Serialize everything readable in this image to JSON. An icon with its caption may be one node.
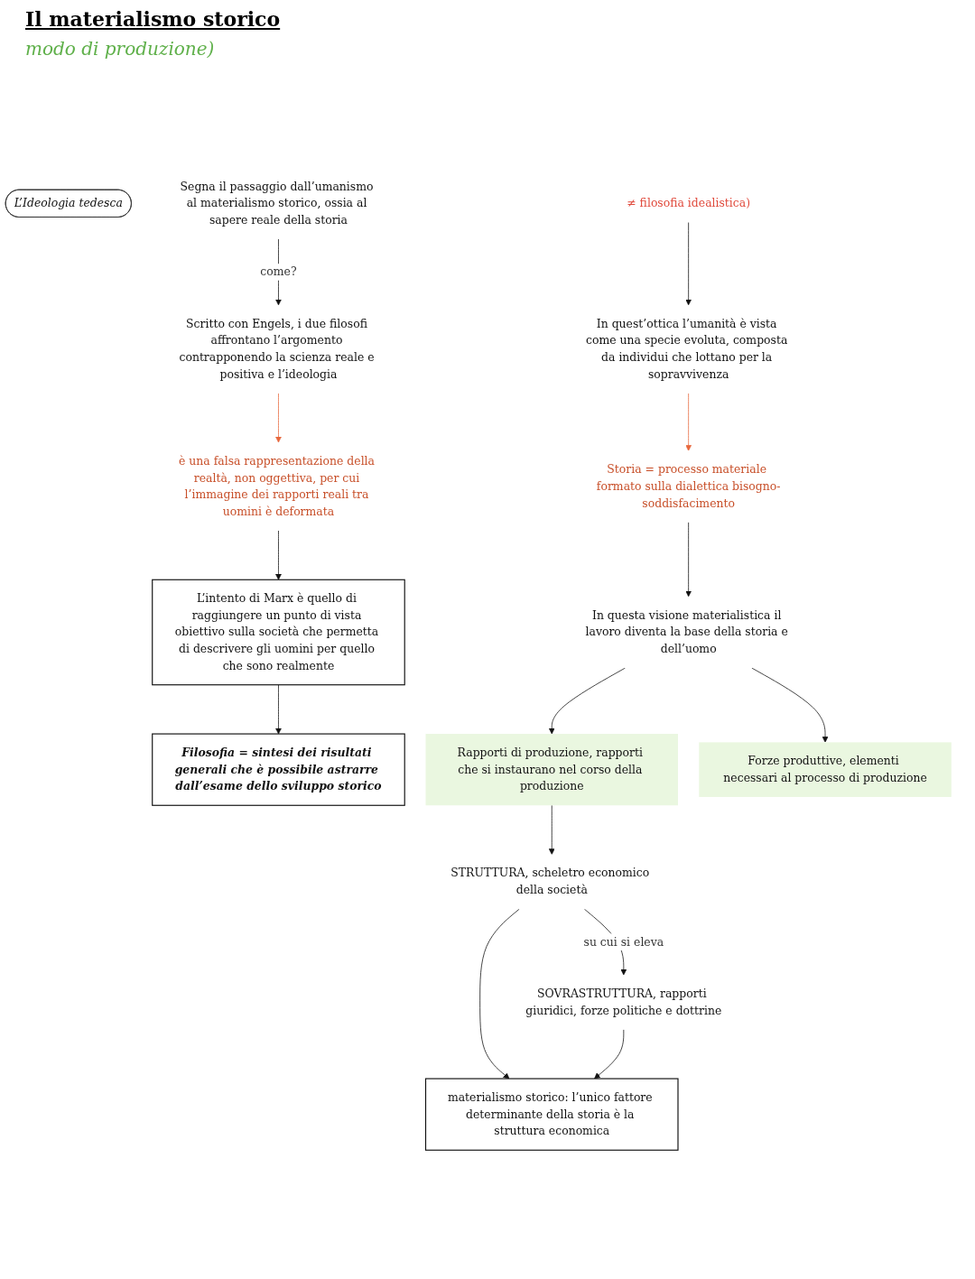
{
  "diagram": {
    "title": "Il materialismo storico",
    "nodes": [
      {
        "text": [
          "L’Ideologia tedesca"
        ]
      },
      {
        "text": [
          "Segna il passaggio dall’umanismo al materialismo storico, ossia al sapere reale della storia"
        ]
      },
      {
        "text": [
          "Scritto con Engels, i due filosofi affrontano l’argomento contrapponendo la scienza reale e positiva e l’ideologia"
        ]
      },
      {
        "text": [
          "è una falsa rappresentazione della realtà, non oggettiva, per cui l’immagine dei rapporti reali tra uomini è deformata"
        ]
      },
      {
        "text": [
          "L’intento di Marx è quello di raggiungere un punto di vista obiettivo sulla società che permetta di descrivere gli uomini per quello che sono realmente"
        ]
      },
      {
        "text": [
          "Filosofia = sintesi dei risultati generali che è possibile astrarre dall’esame dello sviluppo storico"
        ]
      },
      {
        "text": [
          "≠ filosofia idealistica)"
        ]
      },
      {
        "text": [
          "In quest’ottica l’umanità è vista come una specie evoluta, composta da individui che lottano per la sopravvivenza"
        ]
      },
      {
        "text": [
          "Storia = processo materiale formato sulla dialettica bisogno-soddisfacimento"
        ]
      },
      {
        "text": [
          "In questa visione materialistica il lavoro diventa la base della storia e dell’uomo"
        ]
      },
      {
        "text": [
          "Rapporti di produzione, rapporti che si instaurano nel corso della produzione"
        ]
      },
      {
        "text": [
          "Forze produttive, elementi necessari al processo di produzione"
        ]
      },
      {
        "text": [
          "STRUTTURA, scheletro economico della società"
        ]
      },
      {
        "text": [
          "SOVRASTRUTTURA, rapporti giuridici, forze politiche e dottrine"
        ]
      },
      {
        "text": [
          "materialismo storico: l’unico fattore determinante della storia è la struttura economica"
        ]
      }
    ],
    "edges": [
      {
        "from": 1,
        "to": 2,
        "arrow": "to",
        "label": "come?"
      },
      {
        "from": 2,
        "to": 3,
        "arrow": "to",
        "color": "#e8673c"
      },
      {
        "from": 3,
        "to": 4,
        "arrow": "to"
      },
      {
        "from": 4,
        "to": 5,
        "arrow": "to"
      },
      {
        "from": 6,
        "to": 7,
        "arrow": "to"
      },
      {
        "from": 7,
        "to": 8,
        "arrow": "to",
        "color": "#e8673c"
      },
      {
        "from": 8,
        "to": 9,
        "arrow": "to"
      },
      {
        "from": 9,
        "to": 10,
        "arrow": "to"
      },
      {
        "from": 9,
        "to": 11,
        "arrow": "to"
      },
      {
        "from": 10,
        "to": 12,
        "arrow": "to"
      },
      {
        "from": 12,
        "to": 13,
        "arrow": "to",
        "label": "su cui si eleva"
      },
      {
        "from": 12,
        "to": 14,
        "arrow": "to"
      },
      {
        "from": 13,
        "to": 14,
        "arrow": "to"
      }
    ],
    "labels": [
      "modo di produzione)"
    ]
  }
}
